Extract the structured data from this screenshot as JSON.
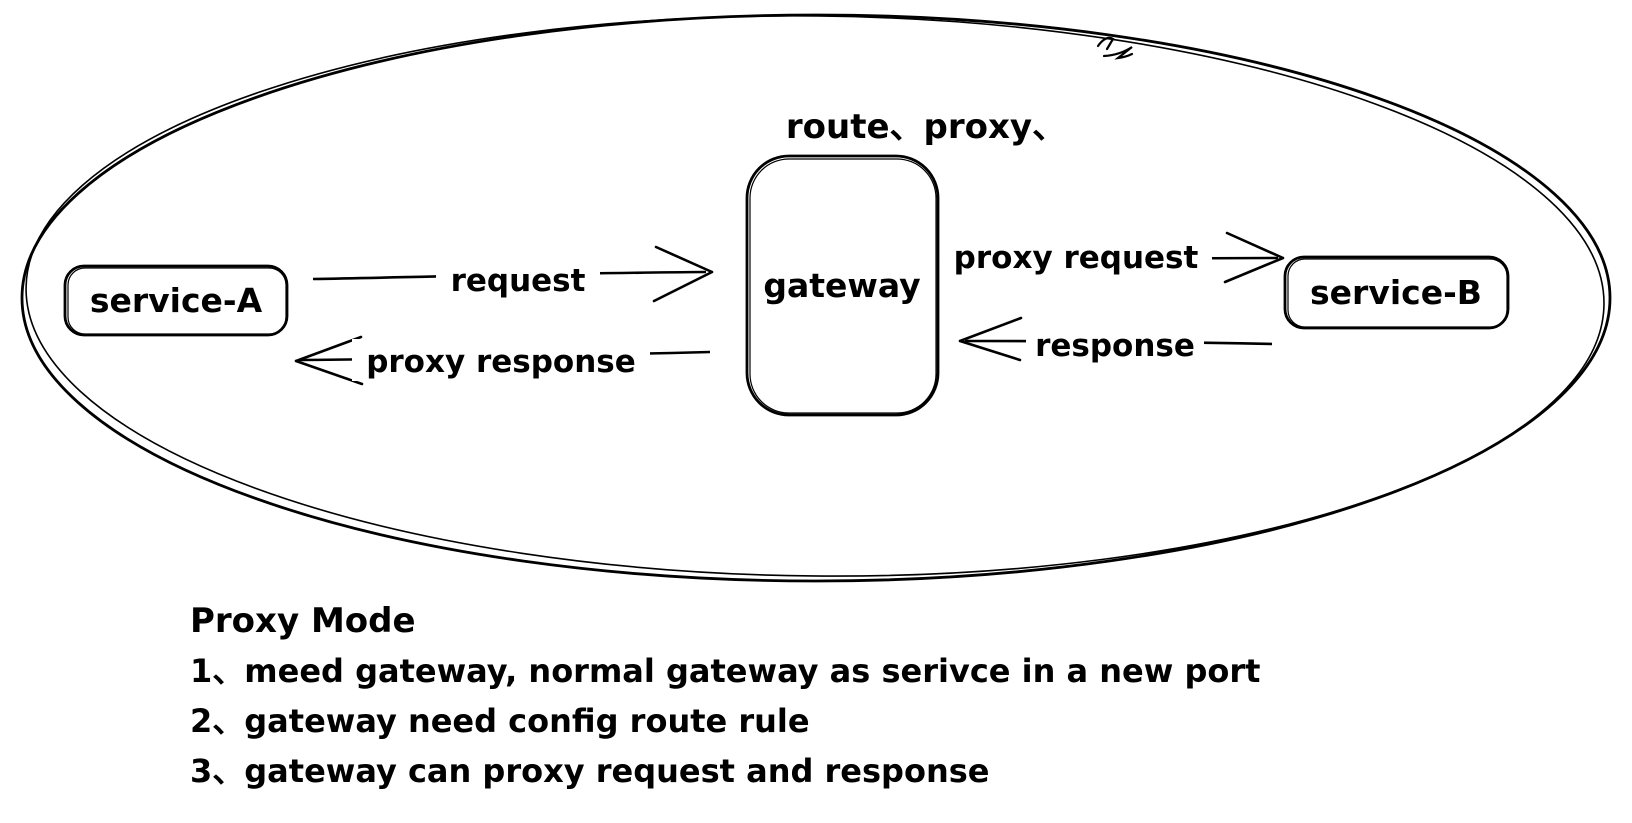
{
  "diagram": {
    "nodes": {
      "service_a": "service-A",
      "gateway": "gateway",
      "service_b": "service-B"
    },
    "labels": {
      "gateway_caption": "route、proxy、",
      "request": "request",
      "proxy_response": "proxy response",
      "proxy_request": "proxy request",
      "response": "response"
    },
    "colors": {
      "stroke": "#000000",
      "background": "#ffffff"
    }
  },
  "notes": {
    "title": "Proxy Mode",
    "items": [
      "1、meed gateway, normal gateway as serivce in a new port",
      "2、gateway need config route rule",
      "3、gateway can proxy request and response"
    ]
  }
}
